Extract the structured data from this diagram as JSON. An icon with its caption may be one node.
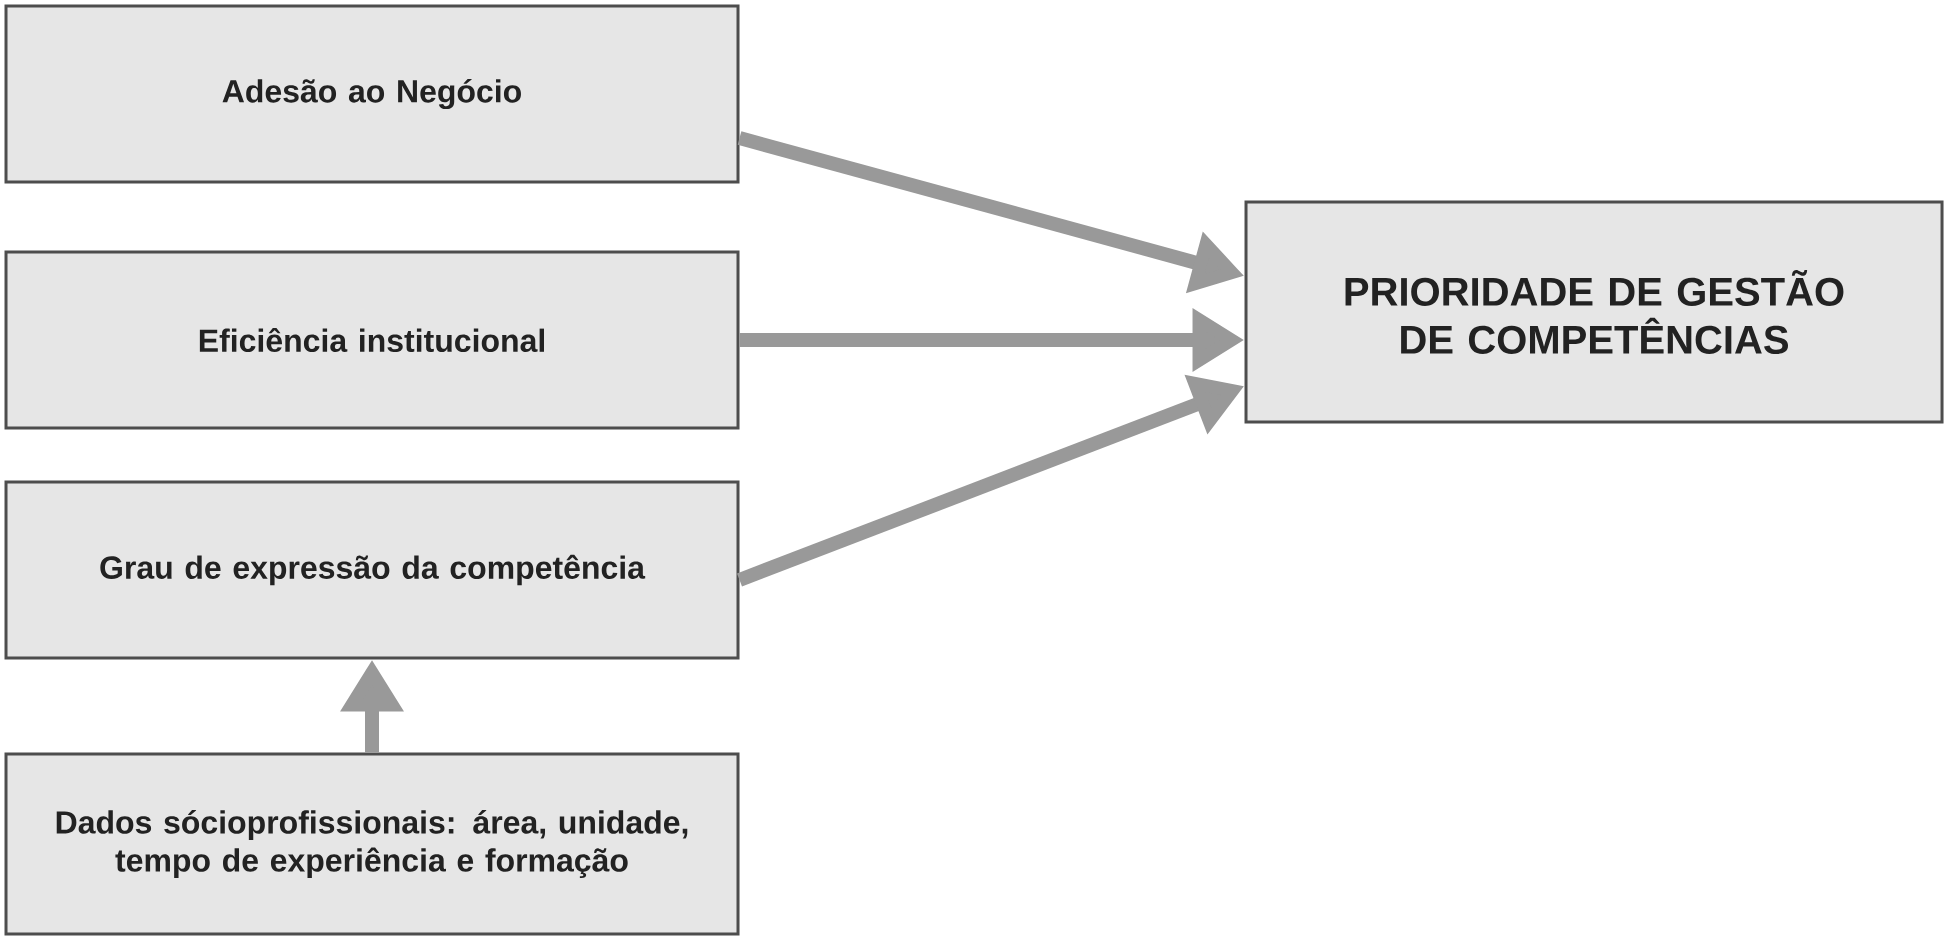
{
  "diagram": {
    "nodes": [
      {
        "text": [
          "Adesão ao Negócio"
        ]
      },
      {
        "text": [
          "Eficiência institucional"
        ]
      },
      {
        "text": [
          "Grau de expressão da competência"
        ]
      },
      {
        "text": [
          "Dados sócioprofissionais: área, unidade, tempo de experiência e formação"
        ]
      },
      {
        "text": [
          "PRIORIDADE DE GESTÃO DE COMPETÊNCIAS"
        ]
      }
    ],
    "edges": [
      {
        "from": 0,
        "to": 4,
        "arrow": "to"
      },
      {
        "from": 1,
        "to": 4,
        "arrow": "to"
      },
      {
        "from": 2,
        "to": 4,
        "arrow": "to"
      },
      {
        "from": 3,
        "to": 2,
        "arrow": "to"
      }
    ]
  }
}
